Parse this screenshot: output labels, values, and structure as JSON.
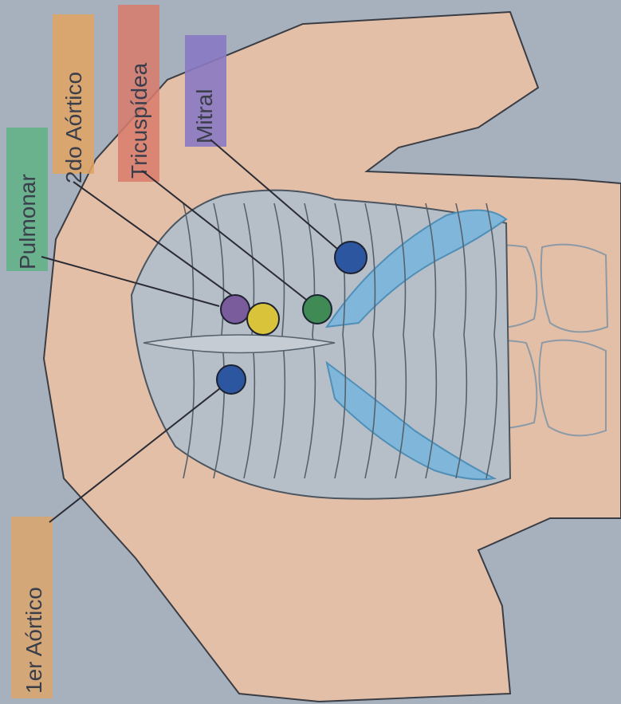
{
  "labels": {
    "aortic_second": "2do Aórtico",
    "tricuspid": "Tricuspídea",
    "mitral": "Mitral",
    "pulmonary": "Pulmonar",
    "aortic_first": "1er Aórtico"
  },
  "colors": {
    "background": "#a7b1bd",
    "skin": "#e4bfa8",
    "rib_fill": "#b6bec8",
    "lung_blue": "#7fb6d9",
    "dot_pulmonary": "#7a5b9c",
    "dot_aortic_second": "#d8c33a",
    "dot_tricuspid": "#3f8a55",
    "dot_mitral": "#2d56a0",
    "dot_aortic_first": "#2d56a0",
    "hl_orange": "#e3a462",
    "hl_red": "#d97b6c",
    "hl_purple": "#8a79c2",
    "hl_green": "#5fb386"
  }
}
